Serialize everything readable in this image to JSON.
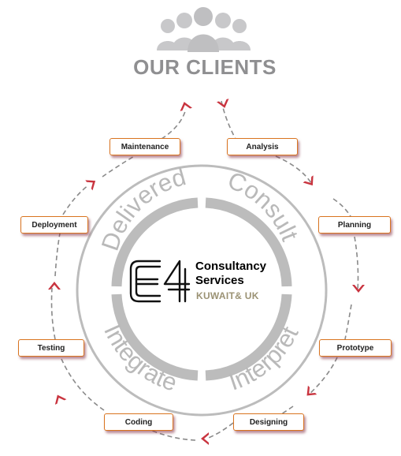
{
  "header": {
    "title": "OUR CLIENTS",
    "icon": "people-group-icon"
  },
  "steps": [
    {
      "id": "maintenance",
      "label": "Maintenance"
    },
    {
      "id": "analysis",
      "label": "Analysis"
    },
    {
      "id": "deployment",
      "label": "Deployment"
    },
    {
      "id": "planning",
      "label": "Planning"
    },
    {
      "id": "testing",
      "label": "Testing"
    },
    {
      "id": "prototype",
      "label": "Prototype"
    },
    {
      "id": "coding",
      "label": "Coding"
    },
    {
      "id": "designing",
      "label": "Designing"
    }
  ],
  "phases": {
    "top_left": "Delivered",
    "top_right": "Consult",
    "bottom_left": "Integrate",
    "bottom_right": "Interpret"
  },
  "logo": {
    "mark": "E4",
    "line1": "Consultancy",
    "line2": "Services",
    "line3": "KUWAIT& UK"
  },
  "colors": {
    "box_border": "#d9741f",
    "arrow": "#c9343f",
    "dashed_line": "#8a8a8a",
    "ring_gray": "#bcbcbc",
    "clients_gray": "#8f8f91",
    "subtitle_gold": "#9b9274"
  }
}
